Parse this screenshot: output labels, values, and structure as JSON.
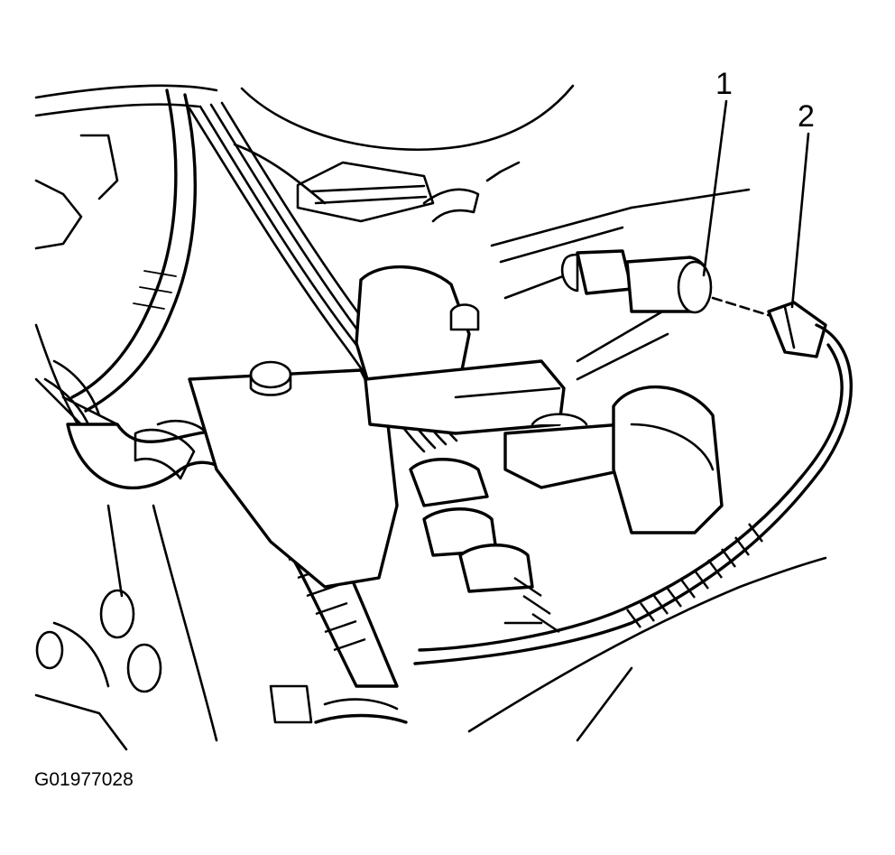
{
  "callouts": [
    {
      "id": "1",
      "label": "1"
    },
    {
      "id": "2",
      "label": "2"
    }
  ],
  "figure_code": "G01977028"
}
